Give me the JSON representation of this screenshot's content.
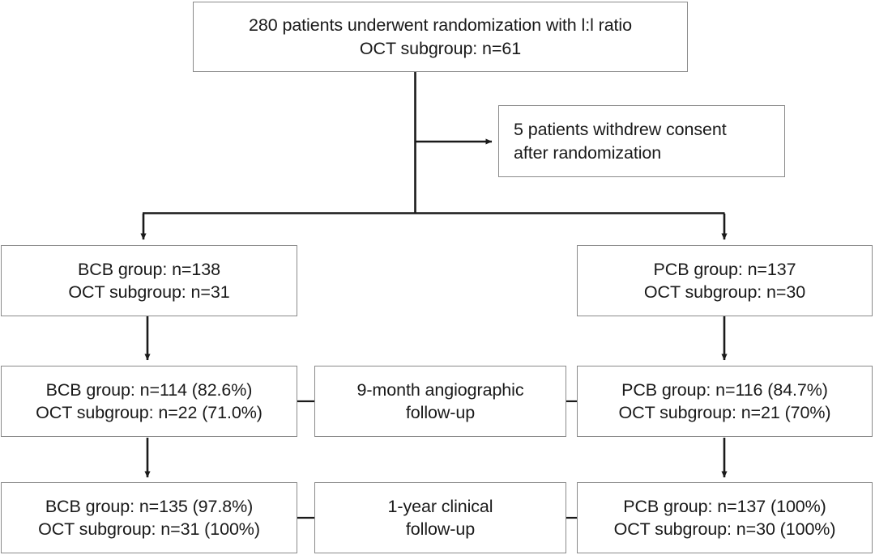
{
  "diagram": {
    "title": "CONSORT patient flow diagram",
    "type": "flowchart",
    "stroke_color": "#1a1a1a",
    "box_border_color": "#8a8a8a",
    "background_color": "#ffffff"
  },
  "nodes": {
    "enrollment": {
      "name": "randomization-box",
      "line1": "280 patients underwent randomization with l:l ratio",
      "line2": "OCT subgroup: n=61"
    },
    "withdrew": {
      "name": "withdrew-consent-box",
      "line1": "5 patients withdrew consent",
      "line2": "after randomization"
    },
    "bcb_randomized": {
      "name": "bcb-allocation-box",
      "line1": "BCB group: n=138",
      "line2": "OCT subgroup: n=31"
    },
    "pcb_randomized": {
      "name": "pcb-allocation-box",
      "line1": "PCB group: n=137",
      "line2": "OCT subgroup: n=30"
    },
    "bcb_angiographic": {
      "name": "bcb-angiographic-followup-box",
      "line1": "BCB group: n=114 (82.6%)",
      "line2": "OCT subgroup: n=22 (71.0%)"
    },
    "angiographic_label": {
      "name": "angiographic-followup-label-box",
      "line1": "9-month angiographic",
      "line2": "follow-up"
    },
    "pcb_angiographic": {
      "name": "pcb-angiographic-followup-box",
      "line1": "PCB group: n=116 (84.7%)",
      "line2": "OCT subgroup: n=21 (70%)"
    },
    "bcb_clinical": {
      "name": "bcb-clinical-followup-box",
      "line1": "BCB group: n=135 (97.8%)",
      "line2": "OCT subgroup: n=31 (100%)"
    },
    "clinical_label": {
      "name": "clinical-followup-label-box",
      "line1": "1-year clinical",
      "line2": "follow-up"
    },
    "pcb_clinical": {
      "name": "pcb-clinical-followup-box",
      "line1": "PCB group: n=137 (100%)",
      "line2": "OCT subgroup: n=30 (100%)"
    }
  }
}
